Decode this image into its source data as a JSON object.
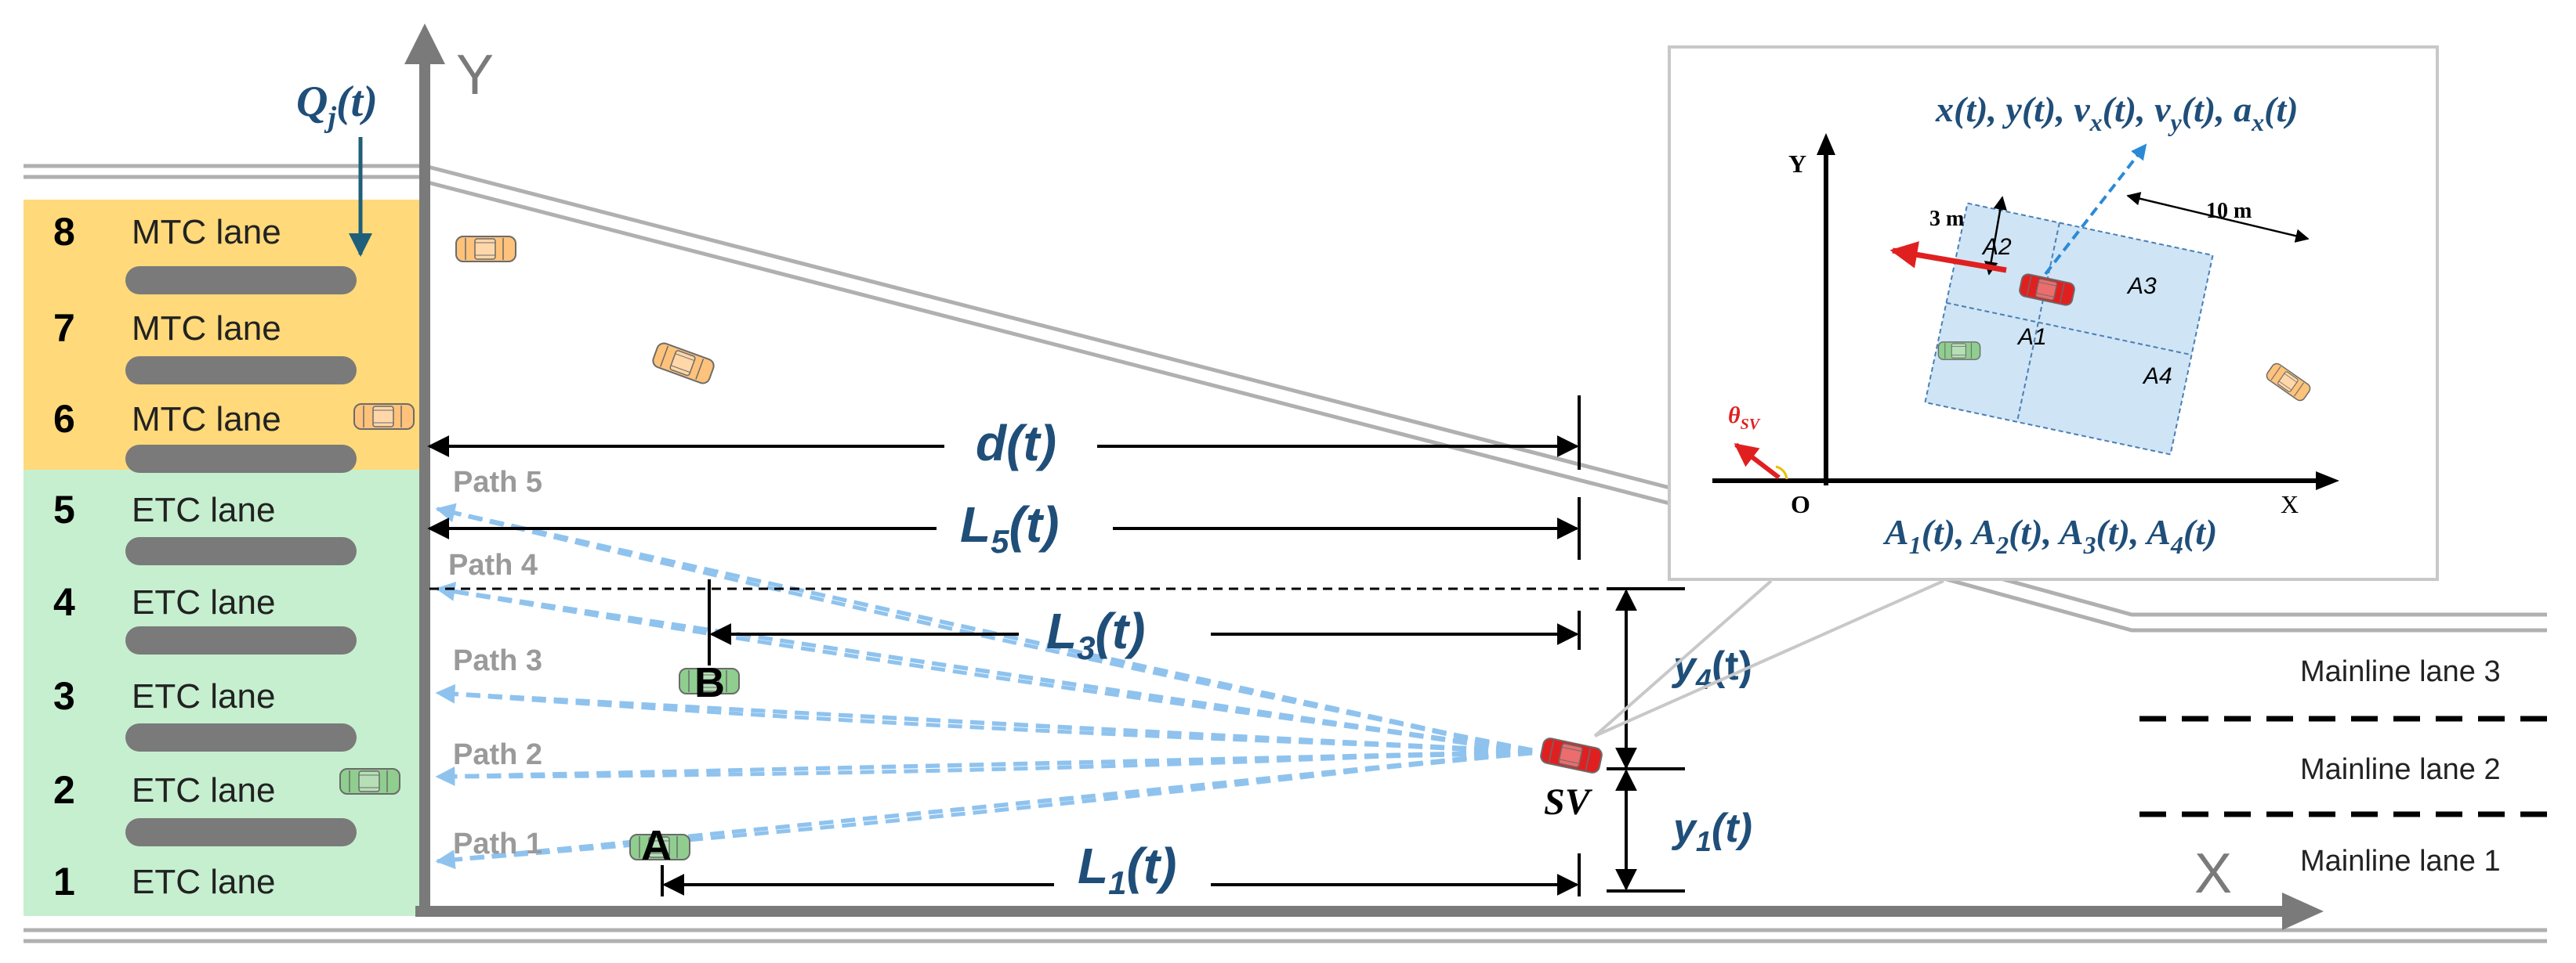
{
  "axes": {
    "y_label": "Y",
    "x_label": "X"
  },
  "queue_label": {
    "base": "Q",
    "sub": "j",
    "arg": "(t)"
  },
  "lanes": [
    {
      "number": "8",
      "label": "MTC lane",
      "type": "MTC"
    },
    {
      "number": "7",
      "label": "MTC lane",
      "type": "MTC"
    },
    {
      "number": "6",
      "label": "MTC lane",
      "type": "MTC"
    },
    {
      "number": "5",
      "label": "ETC lane",
      "type": "ETC"
    },
    {
      "number": "4",
      "label": "ETC lane",
      "type": "ETC"
    },
    {
      "number": "3",
      "label": "ETC lane",
      "type": "ETC"
    },
    {
      "number": "2",
      "label": "ETC lane",
      "type": "ETC"
    },
    {
      "number": "1",
      "label": "ETC lane",
      "type": "ETC"
    }
  ],
  "paths": [
    "Path 5",
    "Path 4",
    "Path 3",
    "Path 2",
    "Path 1"
  ],
  "vehicles": {
    "subject": "SV",
    "a": "A",
    "b": "B"
  },
  "distances": {
    "d": {
      "base": "d",
      "sub": "",
      "arg": "(t)"
    },
    "L5": {
      "base": "L",
      "sub": "5",
      "arg": "(t)"
    },
    "L3": {
      "base": "L",
      "sub": "3",
      "arg": "(t)"
    },
    "L1": {
      "base": "L",
      "sub": "1",
      "arg": "(t)"
    },
    "y4": {
      "base": "y",
      "sub": "4",
      "arg": "(t)"
    },
    "y1": {
      "base": "y",
      "sub": "1",
      "arg": "(t)"
    }
  },
  "mainline": [
    "Mainline lane 3",
    "Mainline lane 2",
    "Mainline lane 1"
  ],
  "inset": {
    "state_text": "x(t), y(t), v",
    "state_parts": [
      {
        "t": "x(t), y(t), v"
      },
      {
        "sub": "x"
      },
      {
        "t": "(t), v"
      },
      {
        "sub": "y"
      },
      {
        "t": "(t), a"
      },
      {
        "sub": "x"
      },
      {
        "t": "(t)"
      }
    ],
    "area_parts": [
      {
        "t": "A"
      },
      {
        "sub": "1"
      },
      {
        "t": "(t), A"
      },
      {
        "sub": "2"
      },
      {
        "t": "(t), A"
      },
      {
        "sub": "3"
      },
      {
        "t": "(t), A"
      },
      {
        "sub": "4"
      },
      {
        "t": "(t)"
      }
    ],
    "y_label": "Y",
    "x_label": "X",
    "origin": "O",
    "width_dim": "3 m",
    "length_dim": "10 m",
    "areas": [
      "A1",
      "A2",
      "A3",
      "A4"
    ],
    "theta": {
      "base": "θ",
      "sub": "SV"
    }
  },
  "colors": {
    "mtc_bg": "#ffd97a",
    "etc_bg": "#c6efcf",
    "axis": "#6e6e6e",
    "label_blue": "#1f4e79",
    "path_blue": "#8fc3ee",
    "sv_red": "#e02020",
    "car_green": "#8fce8f",
    "car_orange": "#ffc27a",
    "zone_blue": "#cfe4f5"
  }
}
